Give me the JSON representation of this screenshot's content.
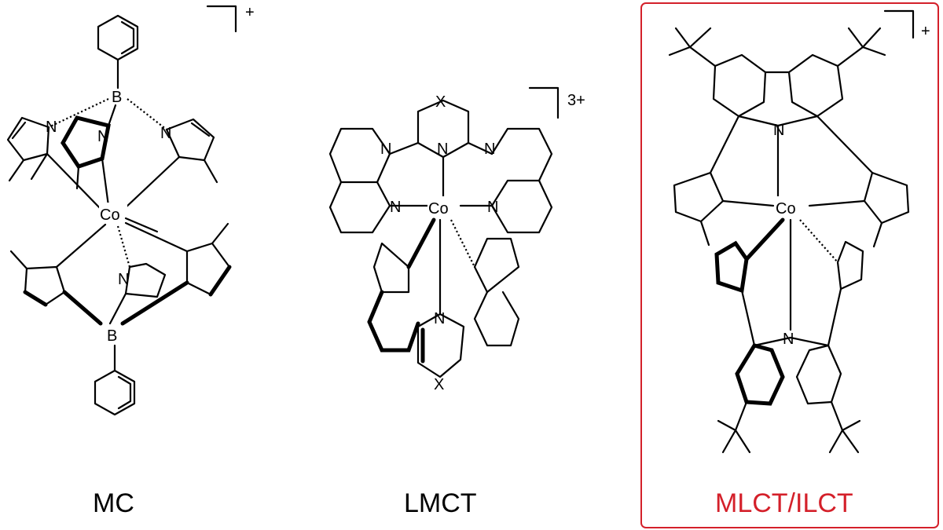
{
  "colors": {
    "highlight": "#d4202a",
    "ink": "#000000"
  },
  "panels": [
    {
      "caption": "MC",
      "charge": "+",
      "metal": "Co",
      "boron_label": "B",
      "nitrogen_label": "N"
    },
    {
      "caption": "LMCT",
      "charge": "3+",
      "metal": "Co",
      "x_label": "X",
      "nitrogen_label": "N"
    },
    {
      "caption": "MLCT/ILCT",
      "charge": "+",
      "metal": "Co",
      "nitrogen_label": "N",
      "highlighted": true
    }
  ]
}
